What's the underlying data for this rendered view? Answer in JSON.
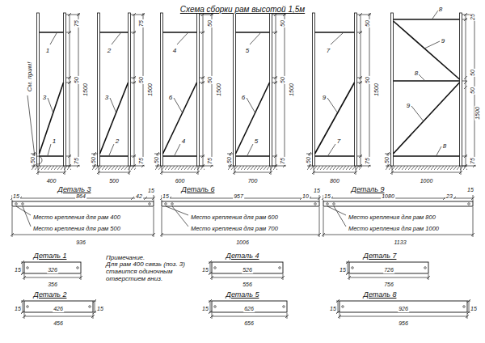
{
  "diagram": {
    "title": "Схема сборки рам высотой 1,5м",
    "labels": [
      "См. прим!",
      "1",
      "3",
      "1",
      "75",
      "50",
      "1500",
      "75",
      "50",
      "400",
      "2",
      "3",
      "2",
      "75",
      "50",
      "1500",
      "75",
      "50",
      "500",
      "4",
      "6",
      "4",
      "50",
      "50",
      "1500",
      "75",
      "50",
      "600",
      "5",
      "6",
      "5",
      "50",
      "50",
      "1500",
      "75",
      "50",
      "700",
      "7",
      "9",
      "7",
      "50",
      "50",
      "1500",
      "75",
      "50",
      "800",
      "8",
      "9",
      "8",
      "9",
      "8",
      "25",
      "50",
      "50",
      "1500",
      "75",
      "50",
      "1000",
      "Деталь 3",
      "15",
      "864",
      "42",
      "15",
      "Место крепления для рам 400",
      "Место крепления для рам 500",
      "936",
      "Деталь 6",
      "15",
      "957",
      "10",
      "15",
      "Место крепления для рам 600",
      "Место крепления для рам 700",
      "1006",
      "Деталь 9",
      "15",
      "1080",
      "23",
      "15",
      "Место крепления для рам 800",
      "Место крепления для рам 1000",
      "1133",
      "Деталь 1",
      "15",
      "326",
      "356",
      "Примечание.",
      "Для рам 400 связь (поз. 3) ставится одиночным отверстием вниз.",
      "Деталь 2",
      "15",
      "426",
      "15",
      "456",
      "Деталь 4",
      "15",
      "526",
      "556",
      "Деталь 5",
      "15",
      "626",
      "656",
      "Деталь 7",
      "15",
      "726",
      "756",
      "Деталь 8",
      "15",
      "926",
      "15",
      "956"
    ]
  }
}
